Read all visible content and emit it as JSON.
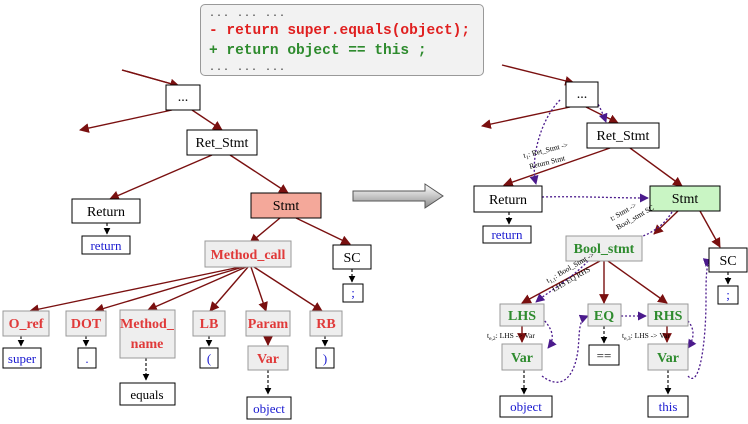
{
  "code": {
    "context_top": "... ... ...",
    "removed": "- return super.equals(object);",
    "added": "+ return object == this ;",
    "context_bottom": "... ... ..."
  },
  "left_tree": {
    "root": "...",
    "ret_stmt": "Ret_Stmt",
    "return": "Return",
    "stmt": "Stmt",
    "return_token": "return",
    "method_call": "Method_call",
    "sc": "SC",
    "sc_token": ";",
    "o_ref": "O_ref",
    "dot": "DOT",
    "method_name_line1": "Method_",
    "method_name_line2": "name",
    "lb": "LB",
    "param": "Param",
    "rb": "RB",
    "super_token": "super",
    "dot_token": ".",
    "equals_token": "equals",
    "lb_token": "(",
    "var": "Var",
    "rb_token": ")",
    "object_token": "object"
  },
  "right_tree": {
    "root": "...",
    "ret_stmt": "Ret_Stmt",
    "return": "Return",
    "stmt": "Stmt",
    "return_token": "return",
    "bool_stmt": "Bool_stmt",
    "sc": "SC",
    "sc_token": ";",
    "lhs": "LHS",
    "eq": "EQ",
    "rhs": "RHS",
    "var_left": "Var",
    "eq_token": "==",
    "var_right": "Var",
    "object_token": "object",
    "this_token": "this"
  },
  "transitions": {
    "t1_line1": "t",
    "t1_sub": "1",
    "t1_line1_rest": ": Ret_Stmt ->",
    "t1_line2": "Return Stmt",
    "t_line1": "t: Stmt ->",
    "t_line2": "Bool_stmt SC",
    "t11_line1": "t",
    "t11_sub": "1,1",
    "t11_rest": ": Bool_Stmt ->",
    "t11_line2": "LHS EQ RHS",
    "te2_prefix": "t",
    "te2_sub": "e,2",
    "te2_rest": ": LHS ->",
    "te2_var": "Var",
    "te3_prefix": "t",
    "te3_sub": "e,3",
    "te3_rest": ": LHS ->",
    "te3_var": "Var"
  },
  "colors": {
    "tree_edge": "#7a1010",
    "transition_edge": "#4b1a8c",
    "modified_fill": "#f4a89a",
    "added_fill": "#c9f5c4",
    "node_grey": "#eeeeee",
    "red_text": "#e03a3a",
    "green_text": "#2e8b2e",
    "token_blue": "#1a1ad0"
  }
}
